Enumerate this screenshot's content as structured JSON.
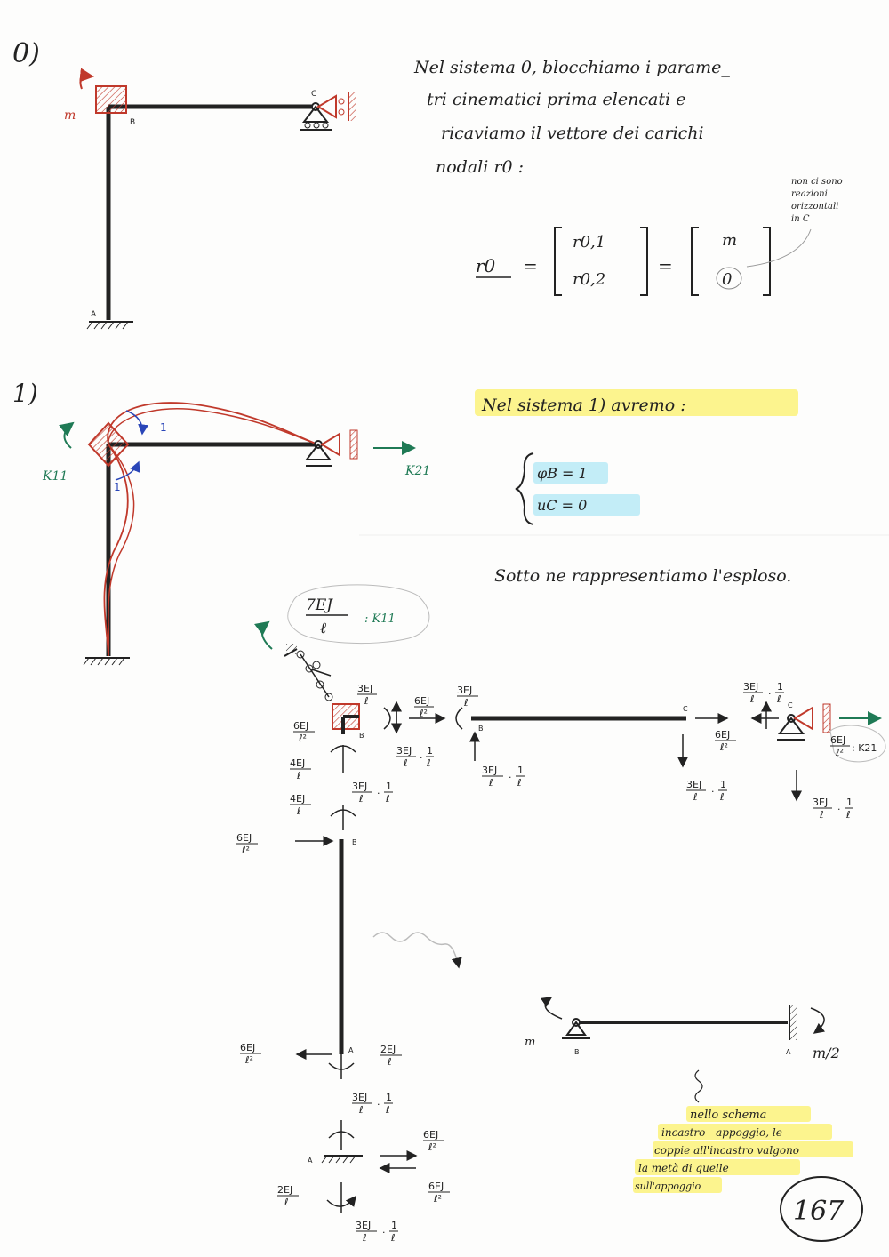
{
  "section0": {
    "label": "0)",
    "text_lines": [
      "Nel sistema 0, blocchiamo i parame_",
      "tri cinematici prima elencati e",
      "ricaviamo il vettore dei carichi",
      "nodali r0 :"
    ],
    "vector_lhs": "r0",
    "vector_entries": [
      "r0,1",
      "r0,2"
    ],
    "vector_values": [
      "m",
      "0"
    ],
    "side_note": [
      "non ci sono",
      "reazioni",
      "orizzontali",
      "in C"
    ],
    "labels": {
      "m": "m",
      "A": "A",
      "B": "B",
      "C": "C"
    }
  },
  "section1": {
    "label": "1)",
    "heading": "Nel sistema 1) avremo :",
    "eq1": "φB = 1",
    "eq2": "uC = 0",
    "subtext": "Sotto ne rappresentiamo l'esploso.",
    "labels": {
      "K11": "K11",
      "K21": "K21",
      "one_a": "1",
      "one_b": "1"
    },
    "k11_value": {
      "num": "7EJ",
      "den": "ℓ",
      "rhs": ": K11"
    },
    "k21_value": {
      "num": "6EJ",
      "den": "ℓ²",
      "rhs": ": K21"
    }
  },
  "exploded": {
    "terms": {
      "t3EJ_l": {
        "num": "3EJ",
        "den": "ℓ"
      },
      "t6EJ_l2": {
        "num": "6EJ",
        "den": "ℓ²"
      },
      "t4EJ_l": {
        "num": "4EJ",
        "den": "ℓ"
      },
      "t2EJ_l": {
        "num": "2EJ",
        "den": "ℓ"
      },
      "t3EJ_l_1l": {
        "num": "3EJ",
        "den": "ℓ",
        "mult": "·",
        "num2": "1",
        "den2": "ℓ"
      }
    },
    "nodes": {
      "A": "A",
      "B": "B",
      "C": "C"
    }
  },
  "aside": {
    "labels": {
      "m": "m",
      "m2": "m/2",
      "B": "B",
      "A": "A"
    },
    "note_lines": [
      "nello schema",
      "incastro - appoggio, le",
      "coppie all'incastro valgono",
      "la metà di quelle",
      "sull'appoggio"
    ]
  },
  "page_number": "167",
  "colors": {
    "ink": "#1a1a1a",
    "red": "#c0392b",
    "green": "#1f7a55",
    "blue": "#2a46b8",
    "yellow": "#fbf27a",
    "cyan": "#b9eaf6"
  }
}
